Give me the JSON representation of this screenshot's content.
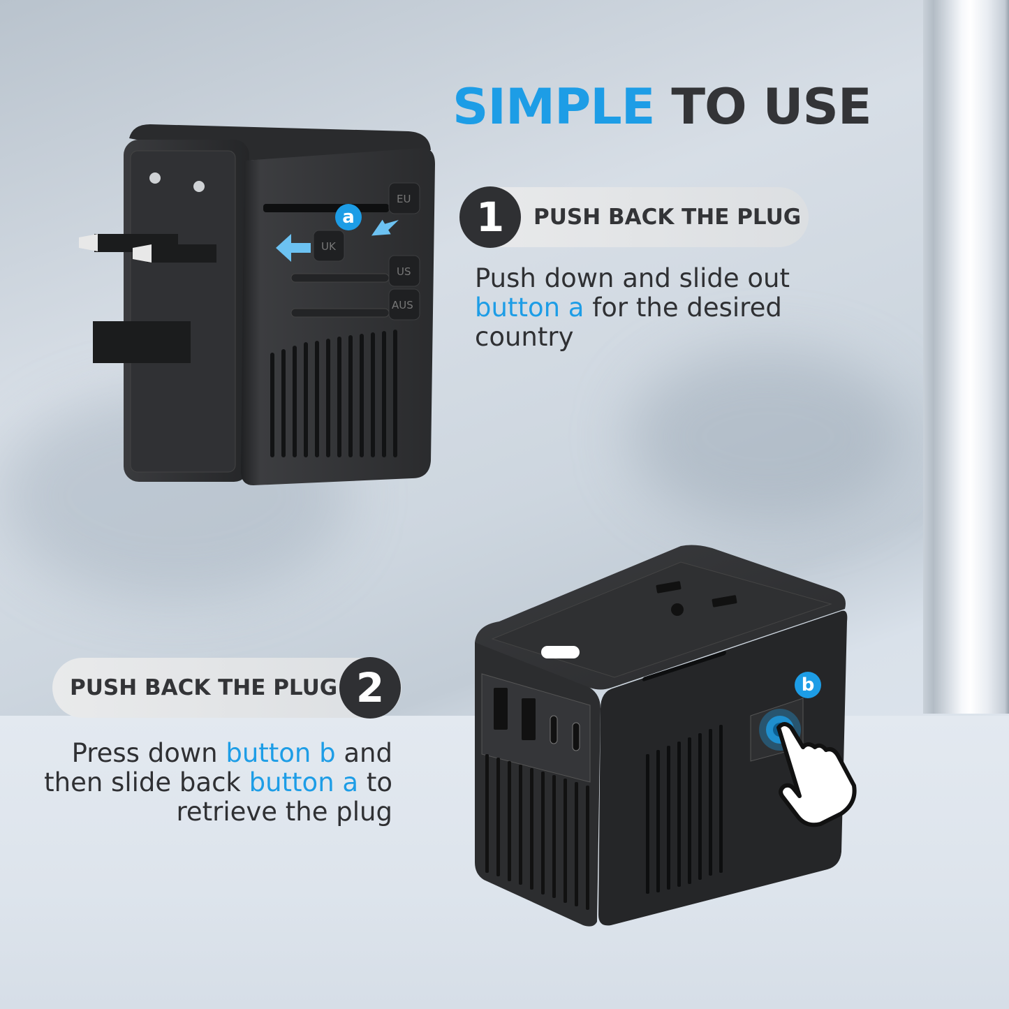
{
  "title": {
    "highlight": "SIMPLE",
    "rest": "TO USE"
  },
  "steps": [
    {
      "number": "1",
      "heading": "PUSH BACK THE PLUG",
      "description": {
        "part1": "Push down and slide out ",
        "highlight1": "button a",
        "part2": " for the desired country"
      }
    },
    {
      "number": "2",
      "heading": "PUSH BACK THE PLUG",
      "description": {
        "part1": "Press down ",
        "highlight1": "button b",
        "part2": " and then slide back ",
        "highlight2": "button a",
        "part3": " to retrieve the plug"
      }
    }
  ],
  "device_top": {
    "slider_labels": [
      "EU",
      "UK",
      "US",
      "AUS"
    ],
    "badge": "a"
  },
  "device_bottom": {
    "badge": "b",
    "ports": [
      "USB-A",
      "USB-A",
      "USB-C",
      "USB-C"
    ]
  },
  "colors": {
    "accent": "#1d9de6",
    "dark": "#333437",
    "pill": "#e6e7e8"
  }
}
